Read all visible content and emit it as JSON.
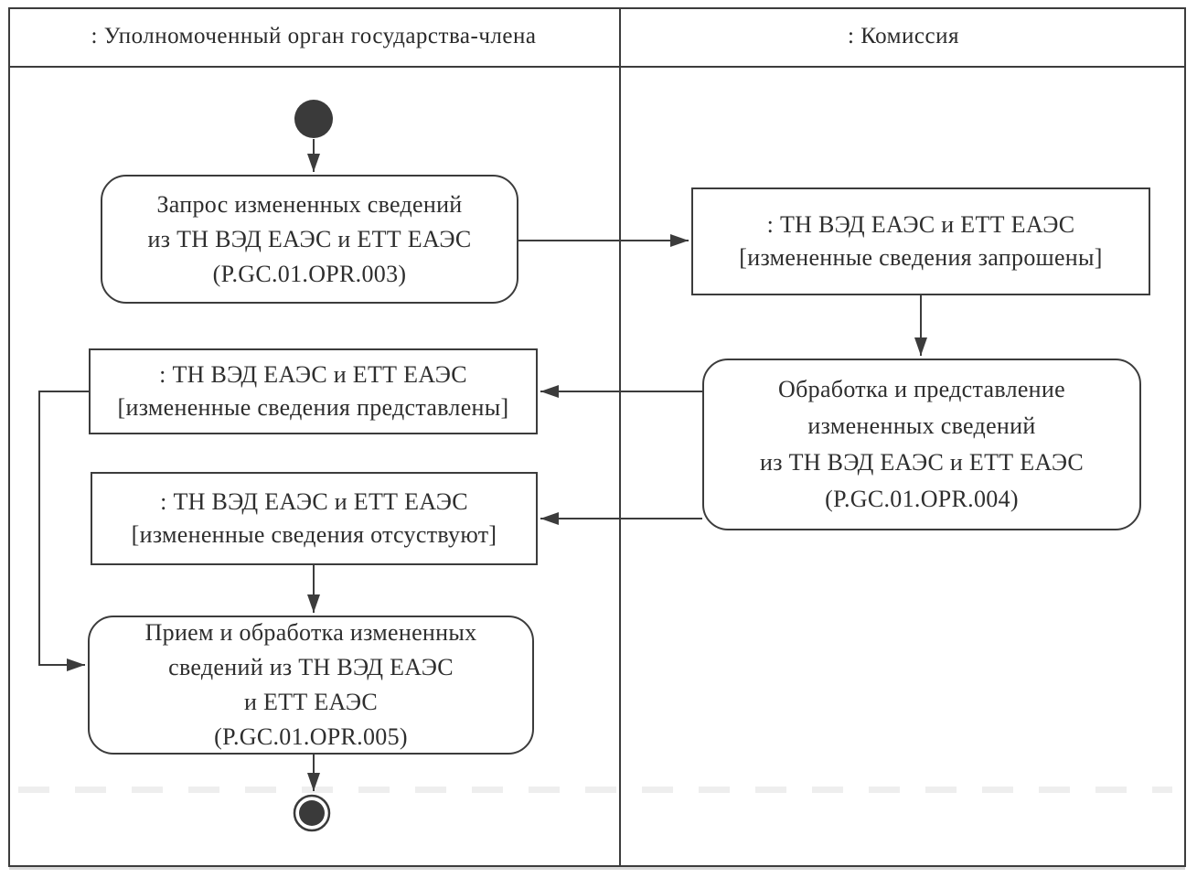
{
  "diagram": {
    "type": "uml-activity-diagram-swimlanes",
    "ink_color": "#3c3c3c",
    "paper_color": "#ffffff",
    "lanes": {
      "left": {
        "label": ": Уполномоченный орган государства-члена"
      },
      "right": {
        "label": ": Комиссия"
      }
    },
    "nodes": {
      "action_request": {
        "kind": "action",
        "lane": "left",
        "lines": [
          "Запрос измененных сведений",
          "из ТН ВЭД ЕАЭС и ЕТТ ЕАЭС",
          "(P.GC.01.OPR.003)"
        ]
      },
      "object_requested": {
        "kind": "object",
        "lane": "right",
        "lines": [
          ": ТН ВЭД ЕАЭС и ЕТТ ЕАЭС",
          "[измененные сведения запрошены]"
        ]
      },
      "action_process": {
        "kind": "action",
        "lane": "right",
        "lines": [
          "Обработка и представление",
          "измененных сведений",
          "из ТН ВЭД ЕАЭС и ЕТТ ЕАЭС",
          "(P.GC.01.OPR.004)"
        ]
      },
      "object_provided": {
        "kind": "object",
        "lane": "left",
        "lines": [
          ": ТН ВЭД ЕАЭС и ЕТТ ЕАЭС",
          "[измененные сведения представлены]"
        ]
      },
      "object_absent": {
        "kind": "object",
        "lane": "left",
        "lines": [
          ": ТН ВЭД ЕАЭС и ЕТТ ЕАЭС",
          "[измененные сведения отсуствуют]"
        ]
      },
      "action_receive": {
        "kind": "action",
        "lane": "left",
        "lines": [
          "Прием и обработка измененных",
          "сведений из ТН ВЭД ЕАЭС",
          "и ЕТТ ЕАЭС",
          "(P.GC.01.OPR.005)"
        ]
      }
    }
  }
}
